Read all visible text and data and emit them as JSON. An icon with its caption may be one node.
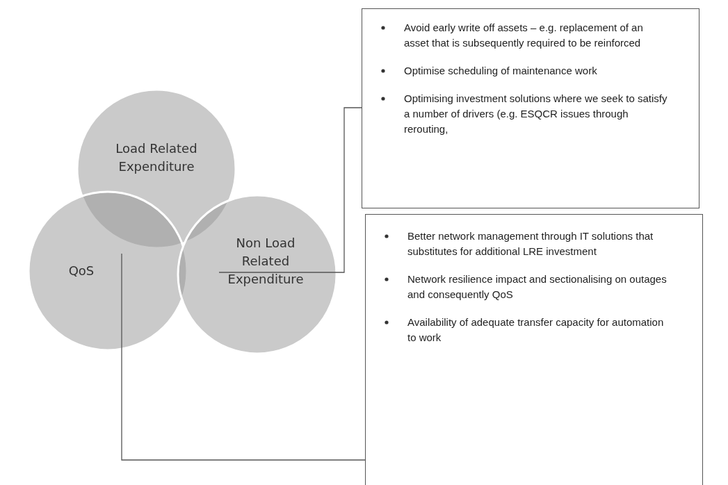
{
  "diagram": {
    "nodes": [
      {
        "text": [
          "Load Related Expenditure"
        ]
      },
      {
        "text": [
          "QoS"
        ]
      },
      {
        "text": [
          "Non Load Related Expenditure"
        ]
      },
      {
        "text": [
          "Avoid early write off assets – e.g. replacement of an asset that is subsequently required to be reinforced",
          "Optimise scheduling of maintenance work",
          "Optimising investment solutions where we seek to satisfy a number of drivers (e.g. ESQCR issues through rerouting,"
        ]
      },
      {
        "text": [
          "Better network management through IT solutions that substitutes for additional LRE investment",
          "Network resilience impact and sectionalising on outages and consequently QoS",
          "Availability of adequate transfer capacity for automation to work"
        ]
      }
    ],
    "edges": [
      {
        "from": 3,
        "to": 2,
        "arrow": "none"
      },
      {
        "from": 4,
        "to": 1,
        "arrow": "none"
      }
    ]
  }
}
